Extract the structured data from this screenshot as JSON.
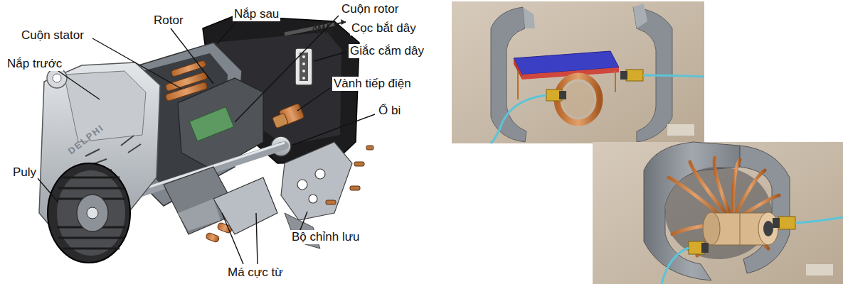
{
  "diagram": {
    "labels": [
      "Nắp sau",
      "Cuộn rotor",
      "Cọc bắt dây",
      "Cuộn stator",
      "Rotor",
      "Giắc cắm dây",
      "Nắp trước",
      "Vành tiếp điện",
      "Ổ bi",
      "Puly",
      "Bộ chỉnh lưu",
      "Má cực từ",
      "DELPHI"
    ]
  }
}
